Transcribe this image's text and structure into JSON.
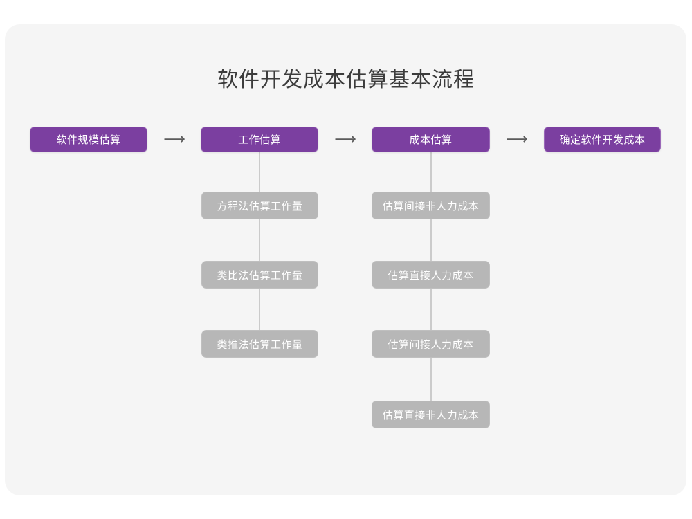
{
  "title": "软件开发成本估算基本流程",
  "colors": {
    "card_background": "#f5f5f5",
    "page_background": "#ffffff",
    "primary_node": "#7b3fa0",
    "primary_node_border": "#9a68b8",
    "sub_node": "#b7b7b7",
    "connector_line": "#cbcbcb",
    "title_text": "#3c3c3c",
    "node_text": "#ffffff",
    "arrow": "#5b5b5b"
  },
  "arrows": {
    "glyph": "⟶",
    "label": "flows-to"
  },
  "flow": {
    "stages": [
      {
        "id": "stage-1",
        "label": "软件规模估算",
        "substeps": []
      },
      {
        "id": "stage-2",
        "label": "工作估算",
        "substeps": [
          "方程法估算工作量",
          "类比法估算工作量",
          "类推法估算工作量"
        ]
      },
      {
        "id": "stage-3",
        "label": "成本估算",
        "substeps": [
          "估算间接非人力成本",
          "估算直接人力成本",
          "估算间接人力成本",
          "估算直接非人力成本"
        ]
      },
      {
        "id": "stage-4",
        "label": "确定软件开发成本",
        "substeps": []
      }
    ]
  }
}
